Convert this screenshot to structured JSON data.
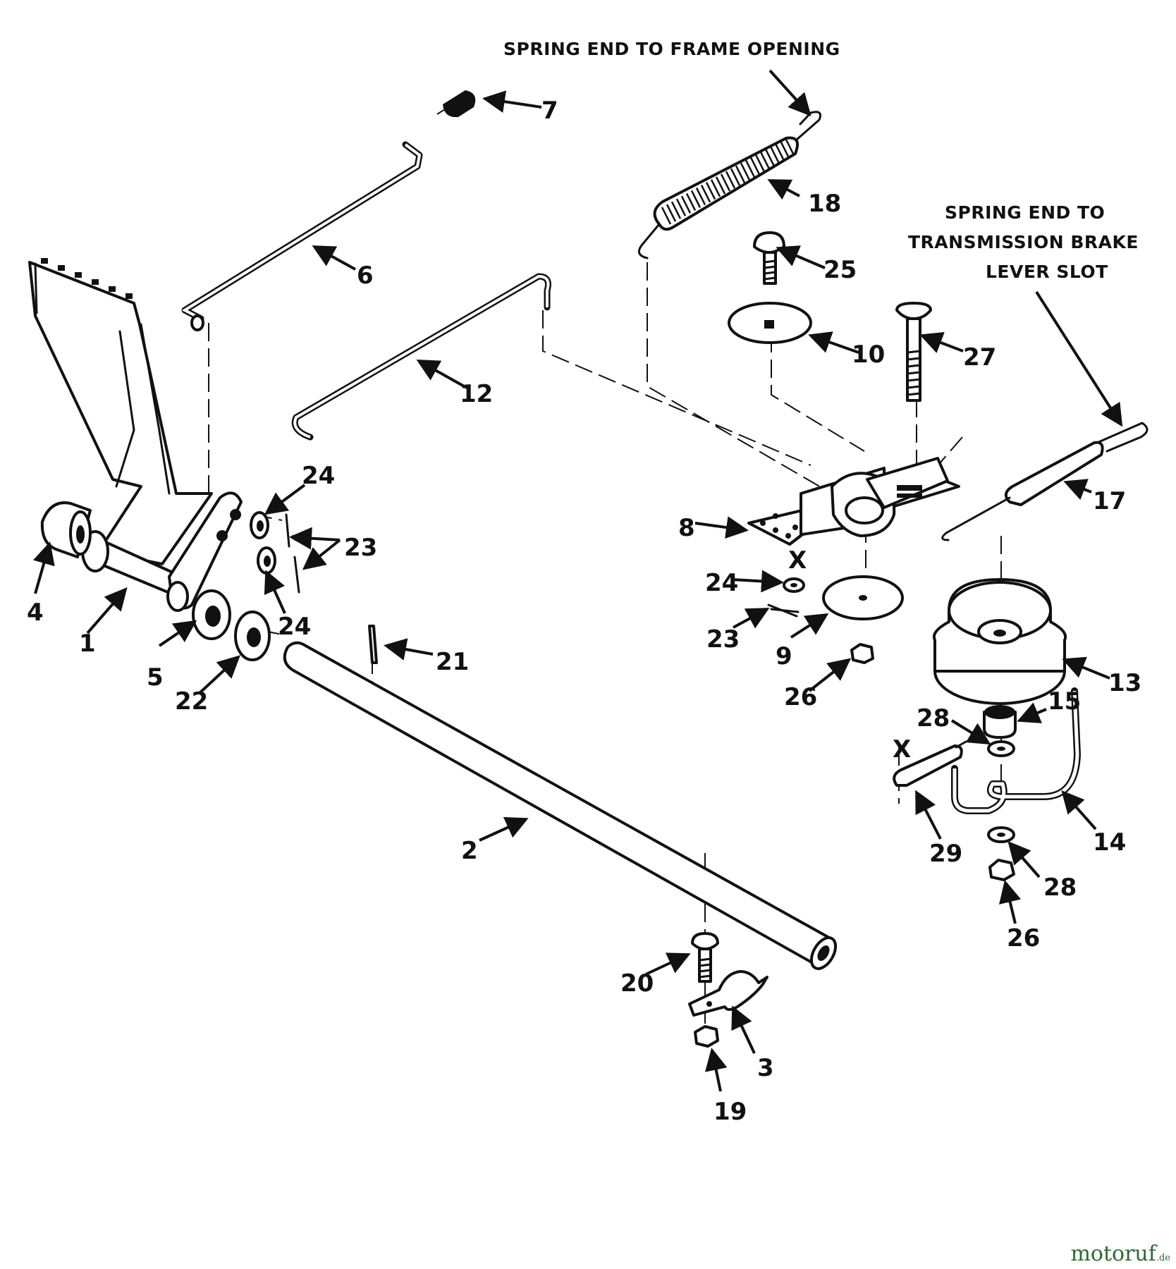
{
  "notes": {
    "frame_opening": "SPRING END TO FRAME OPENING",
    "brake_line1": "SPRING END TO",
    "brake_line2": "TRANSMISSION BRAKE",
    "brake_line3": "LEVER SLOT"
  },
  "labels": {
    "p1": "1",
    "p2": "2",
    "p3": "3",
    "p4": "4",
    "p5": "5",
    "p6": "6",
    "p7": "7",
    "p8": "8",
    "p9": "9",
    "p10": "10",
    "p12": "12",
    "p13": "13",
    "p14": "14",
    "p15": "15",
    "p17": "17",
    "p18": "18",
    "p19": "19",
    "p20": "20",
    "p21": "21",
    "p22": "22",
    "p23a": "23",
    "p23b": "23",
    "p24a": "24",
    "p24b": "24",
    "p24c": "24",
    "p25": "25",
    "p26a": "26",
    "p26b": "26",
    "p27": "27",
    "p28a": "28",
    "p28b": "28",
    "p29": "29",
    "xa": "X",
    "xb": "X"
  },
  "watermark": {
    "name": "motoruf",
    "tld": ".de"
  }
}
